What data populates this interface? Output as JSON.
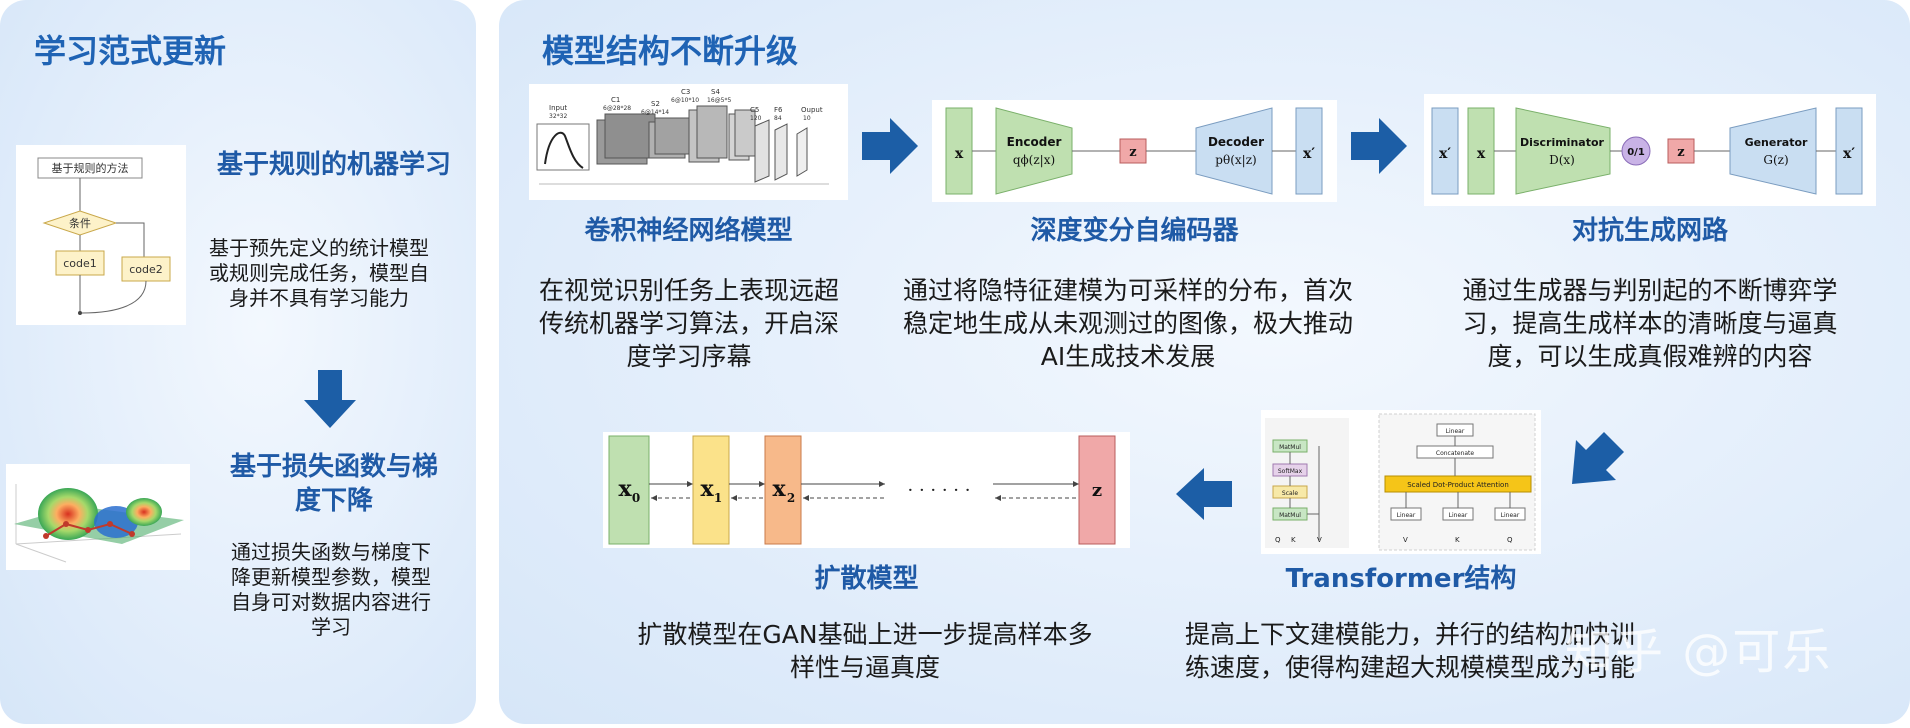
{
  "left": {
    "title": "学习范式更新",
    "rule_ml": {
      "heading": "基于规则的机器学习",
      "description": "基于预先定义的统计模型或规则完成任务，模型自身并不具有学习能力",
      "diagram": {
        "title": "基于规则的方法",
        "condition": "条件",
        "code1": "code1",
        "code2": "code2"
      }
    },
    "loss_ml": {
      "heading": "基于损失函数与梯度下降",
      "description": "通过损失函数与梯度下降更新模型参数，模型自身可对数据内容进行学习"
    }
  },
  "right": {
    "title": "模型结构不断升级",
    "cnn": {
      "heading": "卷积神经网络模型",
      "description": "在视觉识别任务上表现远超传统机器学习算法，开启深度学习序幕",
      "labels": [
        "Input",
        "32*32",
        "C1",
        "6@28*28",
        "S2",
        "6@14*14",
        "C3",
        "6@10*10",
        "S4",
        "16@5*5",
        "C5",
        "120",
        "F6",
        "84",
        "Ouput",
        "10"
      ]
    },
    "vae": {
      "heading": "深度变分自编码器",
      "description": "通过将隐特征建模为可采样的分布，首次稳定地生成从未观测过的图像，极大推动AI生成技术发展",
      "x": "x",
      "encoder": "Encoder",
      "encoder_fn": "qϕ(z|x)",
      "z": "z",
      "decoder": "Decoder",
      "decoder_fn": "pθ(x|z)",
      "x_prime": "x′"
    },
    "gan": {
      "heading": "对抗生成网路",
      "description": "通过生成器与判别起的不断博弈学习，提高生成样本的清晰度与逼真度，可以生成真假难辨的内容",
      "x_prime": "x′",
      "x": "x",
      "discriminator": "Discriminator",
      "discriminator_fn": "D(x)",
      "out": "0/1",
      "z": "z",
      "generator": "Generator",
      "generator_fn": "G(z)"
    },
    "transformer": {
      "heading": "Transformer结构",
      "description": "提高上下文建模能力，并行的结构加快训练速度，使得构建超大规模模型成为可能",
      "left_blocks": [
        "MatMul",
        "SoftMax",
        "Scale",
        "MatMul"
      ],
      "left_inputs": [
        "Q",
        "K",
        "V"
      ],
      "right_blocks": [
        "Linear",
        "Concatenate",
        "Scaled Dot-Product Attention"
      ],
      "linears": [
        "Linear",
        "Linear",
        "Linear"
      ],
      "right_inputs": [
        "V",
        "K",
        "Q"
      ]
    },
    "diffusion": {
      "heading": "扩散模型",
      "description": "扩散模型在GAN基础上进一步提高样本多样性与逼真度",
      "x0": "x",
      "x0_sub": "0",
      "x1": "x",
      "x1_sub": "1",
      "x2": "x",
      "x2_sub": "2",
      "dots": "· · ·  · · ·",
      "z": "z"
    }
  },
  "watermark": "知乎 @可乐",
  "colors": {
    "title": "#1f63b4",
    "heading": "#1f5aa6",
    "arrow": "#1c5ea6",
    "panel": "#e3eefb"
  },
  "icons": [
    "arrow-down-icon",
    "arrow-right-icon",
    "arrow-down-left-icon",
    "arrow-left-icon"
  ]
}
